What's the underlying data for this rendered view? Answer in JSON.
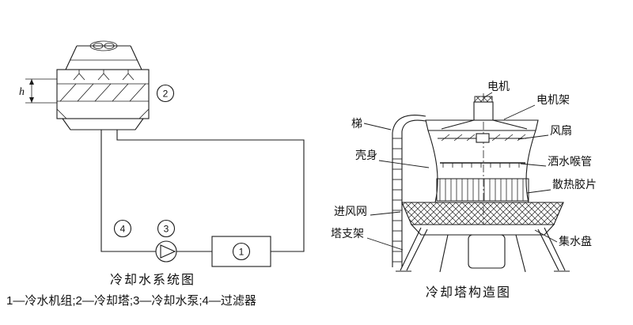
{
  "page": {
    "background": "#ffffff",
    "ink_color": "#1b1b1b"
  },
  "system_diagram": {
    "title": "冷却水系统图",
    "legend": "1—冷水机组;2—冷却塔;3—冷却水泵;4—过滤器",
    "dimension_label": "h",
    "callout_1": "1",
    "callout_2": "2",
    "callout_3": "3",
    "callout_4": "4"
  },
  "structure_diagram": {
    "title": "冷却塔构造图",
    "labels": {
      "motor": "电机",
      "motor_frame": "电机架",
      "ladder": "梯",
      "fan": "风扇",
      "shell": "壳身",
      "spray_pipe": "洒水喉管",
      "heat_fins": "散热胶片",
      "air_inlet_mesh": "进风网",
      "tower_support": "塔支架",
      "water_basin": "集水盘"
    }
  }
}
